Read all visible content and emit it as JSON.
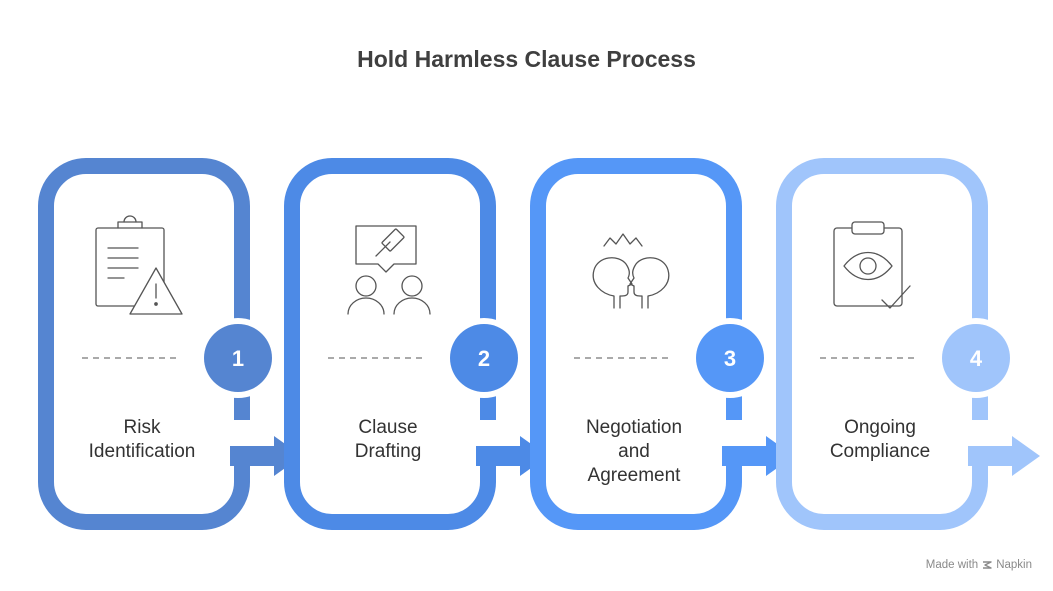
{
  "title": "Hold Harmless Clause Process",
  "steps": [
    {
      "number": "1",
      "label_lines": [
        "Risk",
        "Identification"
      ],
      "icon": "clipboard-warning-icon",
      "color": "#5585d1"
    },
    {
      "number": "2",
      "label_lines": [
        "Clause",
        "Drafting"
      ],
      "icon": "gavel-people-icon",
      "color": "#4d8ae6"
    },
    {
      "number": "3",
      "label_lines": [
        "Negotiation",
        "and",
        "Agreement"
      ],
      "icon": "two-heads-icon",
      "color": "#5597f7"
    },
    {
      "number": "4",
      "label_lines": [
        "Ongoing",
        "Compliance"
      ],
      "icon": "clipboard-eye-check-icon",
      "color": "#a0c5fb"
    }
  ],
  "footer": {
    "made_with": "Made with",
    "brand": "Napkin"
  }
}
